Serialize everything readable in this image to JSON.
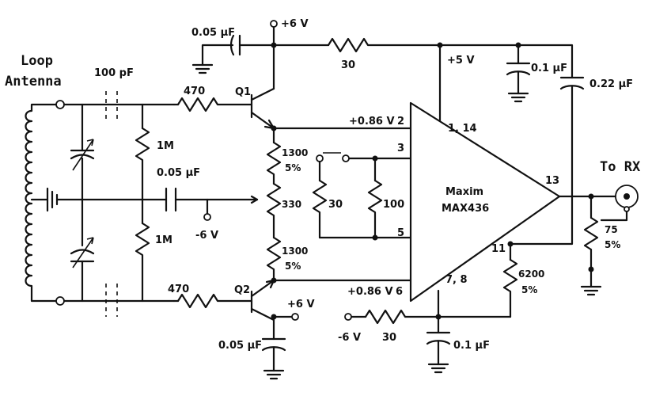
{
  "labels": {
    "loop": "Loop",
    "antenna": "Antenna",
    "to_rx": "To RX",
    "cap_100pf": "100 pF",
    "r470_top": "470",
    "r470_bot": "470",
    "q1": "Q1",
    "q2": "Q2",
    "r1m_top": "1M",
    "r1m_bot": "1M",
    "cap_005_mid": "0.05 µF",
    "neg6v_mid": "-6 V",
    "cap_005_top": "0.05 µF",
    "pos6v_top": "+6 V",
    "r30_top": "30",
    "pos5v": "+5 V",
    "cap_01_top": "0.1 µF",
    "cap_022": "0.22 µF",
    "v086_top": "+0.86 V",
    "v086_bot": "+0.86 V",
    "pin2": "2",
    "pin3": "3",
    "pin5": "5",
    "pin6": "6",
    "pin1_14": "1, 14",
    "pin13": "13",
    "pin11": "11",
    "pin7_8": "7, 8",
    "r1300_a": "1300",
    "r1300_a_tol": "5%",
    "r330": "330",
    "r1300_b": "1300",
    "r1300_b_tol": "5%",
    "r30_mid": "30",
    "r100": "100",
    "amp_name1": "Maxim",
    "amp_name2": "MAX436",
    "r6200": "6200",
    "r6200_tol": "5%",
    "r75": "75",
    "r75_tol": "5%",
    "neg6v_bot": "-6 V",
    "r30_bot": "30",
    "cap_01_bot": "0.1 µF",
    "pos6v_bot": "+6 V",
    "cap_005_bot": "0.05 µF"
  }
}
